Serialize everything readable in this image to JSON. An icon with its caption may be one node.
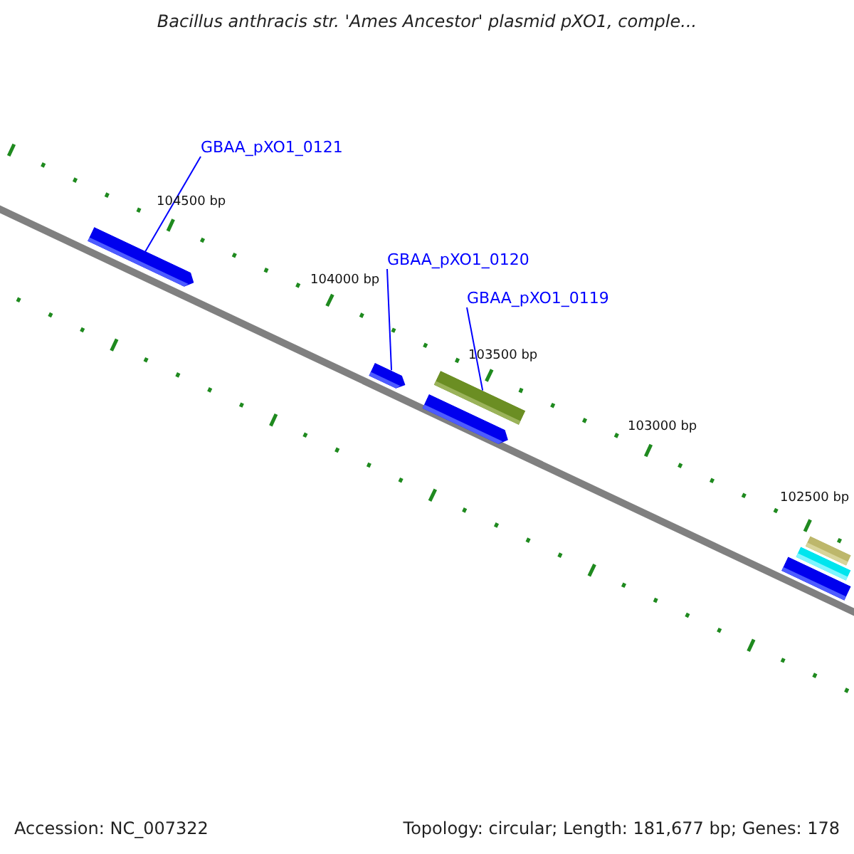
{
  "diagram": {
    "title": "Bacillus anthracis str. 'Ames Ancestor' plasmid pXO1, comple...",
    "nodes": [
      {
        "text": [
          "GBAA_pXO1_0121"
        ]
      },
      {
        "text": [
          "GBAA_pXO1_0120"
        ]
      },
      {
        "text": [
          "GBAA_pXO1_0119"
        ]
      },
      {
        "text": [],
        "shape": "bar"
      },
      {
        "text": [],
        "shape": "bar"
      },
      {
        "text": [],
        "shape": "bar"
      },
      {
        "text": [],
        "shape": "bar"
      },
      {
        "text": [],
        "shape": "bar"
      },
      {
        "text": [],
        "shape": "bar"
      },
      {
        "text": [],
        "shape": "bar"
      }
    ],
    "edges": [
      {
        "from": 0,
        "to": 3,
        "arrow": "none"
      },
      {
        "from": 1,
        "to": 4,
        "arrow": "none"
      },
      {
        "from": 2,
        "to": 5,
        "arrow": "none"
      }
    ],
    "labels": [
      "104500 bp",
      "104000 bp",
      "103500 bp",
      "103000 bp",
      "102500 bp",
      "Accession: NC_007322",
      "Topology: circular; Length: 181,677 bp; Genes: 178"
    ]
  }
}
